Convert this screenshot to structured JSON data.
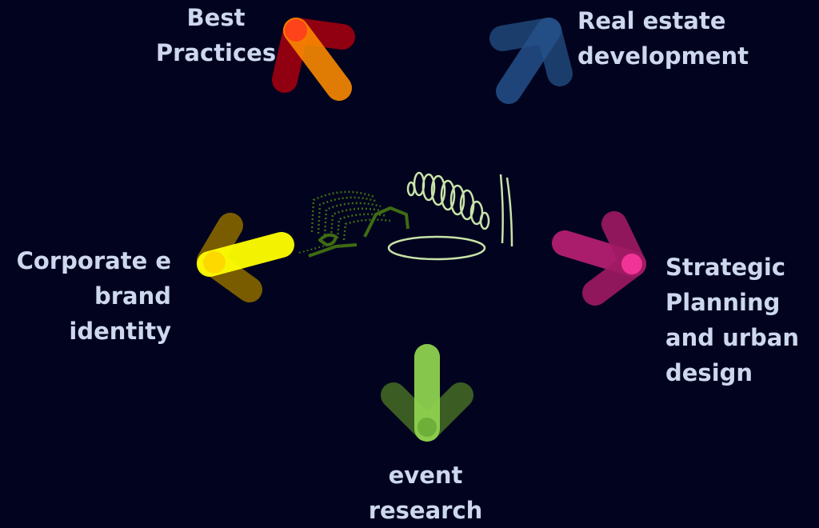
{
  "labels": {
    "best_practices": [
      "Best",
      "Practices"
    ],
    "real_estate": [
      "Real estate",
      "development"
    ],
    "corporate": [
      "Corporate e",
      "brand",
      "identity"
    ],
    "strategic": [
      "Strategic",
      "Planning",
      "and urban",
      "design"
    ],
    "event": [
      "event",
      "research"
    ]
  },
  "colors": {
    "background": "#02041f",
    "label_text": "#cdd8ee",
    "best_practices_primary": "#a0000f",
    "best_practices_secondary": "#ff8c00",
    "real_estate": "#1b3d6b",
    "corporate_primary": "#ffff00",
    "corporate_secondary": "#7a5c00",
    "strategic": "#c8217a",
    "event_primary": "#8fd14f",
    "event_secondary": "#3b5c23",
    "center_art": "#c8e3a8",
    "center_art_dark": "#3f6b12"
  },
  "center_illustration": {
    "icon": "abstract-venue-sketch-icon"
  }
}
